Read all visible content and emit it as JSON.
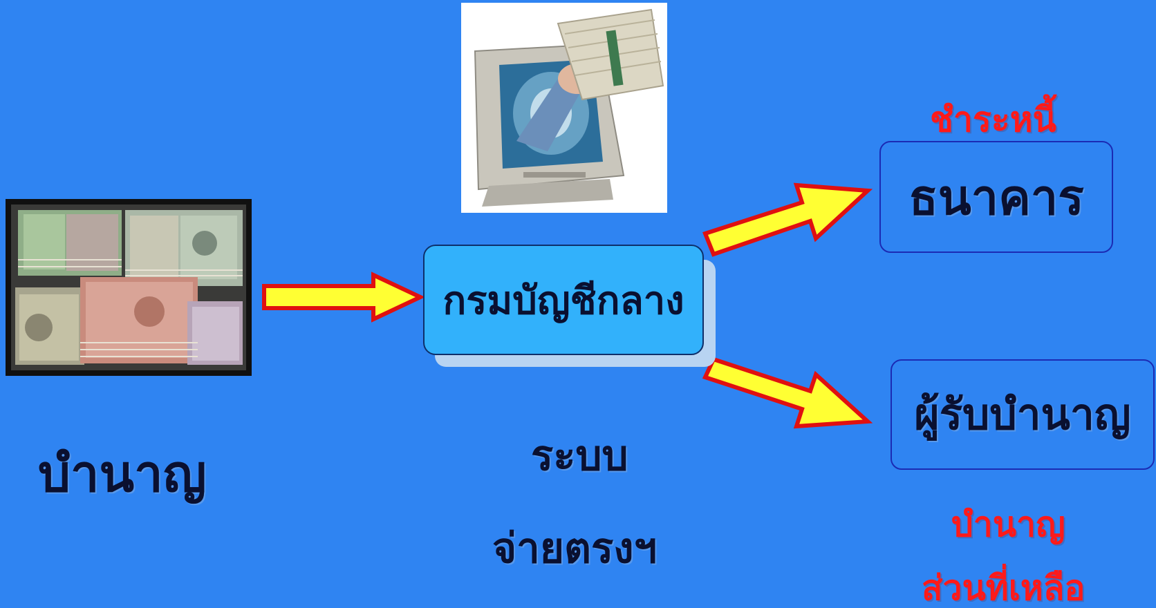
{
  "source": {
    "label": "บำนาญ"
  },
  "center": {
    "box_label": "กรมบัญชีกลาง",
    "system_line1": "ระบบ",
    "system_line2": "จ่ายตรงฯ"
  },
  "targets": {
    "bank": {
      "note": "ชำระหนี้",
      "label": "ธนาคาร"
    },
    "recipient": {
      "label": "ผู้รับบำนาญ",
      "note_line1": "บำนาญ",
      "note_line2": "ส่วนที่เหลือ"
    }
  },
  "colors": {
    "background": "#2f84f2",
    "center_box": "#32b1fb",
    "arrow_fill": "#ffff33",
    "arrow_border": "#e01010",
    "note_text": "#ff1a1a",
    "main_text": "#0a1030"
  },
  "images": {
    "money": "banknote-stacks-photo",
    "computer": "hand-with-money-from-monitor-photo"
  }
}
